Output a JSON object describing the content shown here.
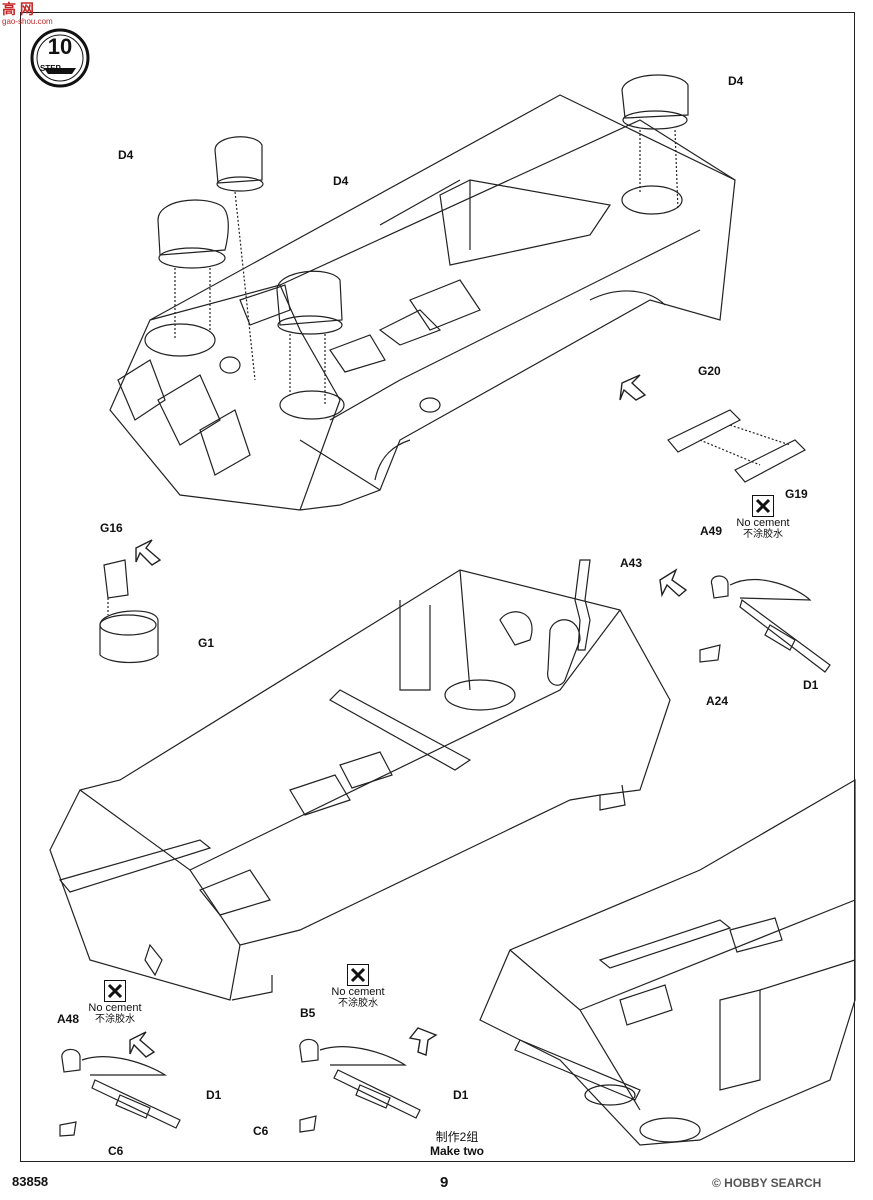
{
  "watermark": {
    "brand": "高 网",
    "url": "gao-shou.com"
  },
  "step": {
    "number": "10",
    "label": "STEP"
  },
  "parts": {
    "d4_a": "D4",
    "d4_b": "D4",
    "d4_c": "D4",
    "g20": "G20",
    "g19": "G19",
    "g16": "G16",
    "g1": "G1",
    "a43": "A43",
    "a49": "A49",
    "d1_a": "D1",
    "a24": "A24",
    "a48": "A48",
    "d1_b": "D1",
    "c6_a": "C6",
    "b5": "B5",
    "c6_b": "C6",
    "d1_c": "D1"
  },
  "notes": {
    "no_cement_en": "No cement",
    "no_cement_zh": "不涂胶水",
    "make_two_zh": "制作2组",
    "make_two_en": "Make two"
  },
  "footer": {
    "kit_number": "83858",
    "page": "9",
    "credit": "© HOBBY SEARCH"
  }
}
